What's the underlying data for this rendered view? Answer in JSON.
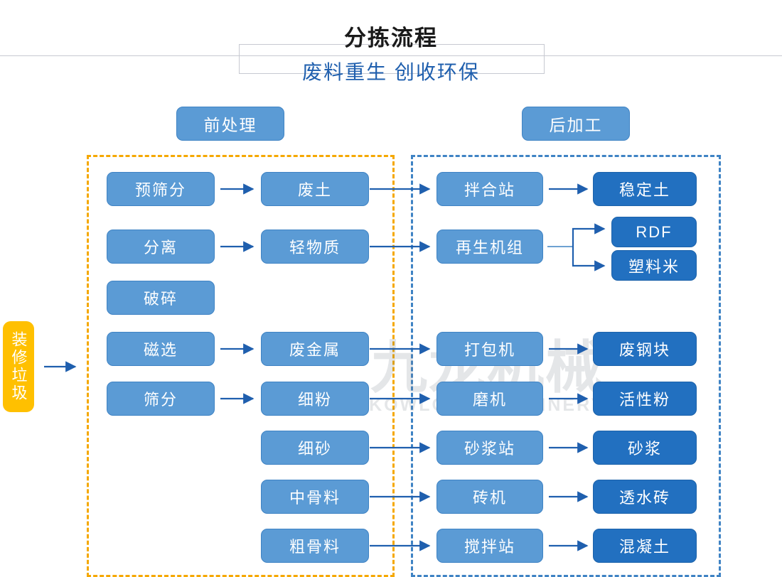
{
  "header": {
    "title": "分拣流程",
    "subtitle": "废料重生 创收环保"
  },
  "sections": {
    "pre_label": "前处理",
    "post_label": "后加工",
    "pre_frame_color": "#f5a800",
    "post_frame_color": "#3f83c4"
  },
  "watermark": {
    "cn": "九龙机械",
    "en": "KOWLOONMACHINERY"
  },
  "colors": {
    "node_light": "#5b9bd5",
    "node_dark": "#2270c0",
    "source": "#ffc000",
    "arrow": "#1f5fae",
    "title": "#1a1a1a",
    "subtitle": "#1f5fae"
  },
  "source_node": {
    "label": "装修垃圾"
  },
  "chart_data": {
    "type": "diagram",
    "title": "分拣流程",
    "subtitle": "废料重生 创收环保",
    "groups": [
      {
        "name": "前处理",
        "columns": [
          "process",
          "material"
        ]
      },
      {
        "name": "后加工",
        "columns": [
          "equipment",
          "product"
        ]
      }
    ],
    "columns": {
      "process": [
        "预筛分",
        "分离",
        "破碎",
        "磁选",
        "筛分"
      ],
      "material": [
        "废土",
        "轻物质",
        "废金属",
        "细粉",
        "细砂",
        "中骨料",
        "粗骨料"
      ],
      "equipment": [
        "拌合站",
        "再生机组",
        "打包机",
        "磨机",
        "砂浆站",
        "砖机",
        "搅拌站"
      ],
      "product": [
        "稳定土",
        "RDF",
        "塑料米",
        "废钢块",
        "活性粉",
        "砂浆",
        "透水砖",
        "混凝土"
      ]
    },
    "edges": [
      {
        "from": "装修垃圾",
        "to": "预筛分"
      },
      {
        "from": "预筛分",
        "to": "废土"
      },
      {
        "from": "分离",
        "to": "轻物质"
      },
      {
        "from": "磁选",
        "to": "废金属"
      },
      {
        "from": "筛分",
        "to": "细粉"
      },
      {
        "from": "废土",
        "to": "拌合站"
      },
      {
        "from": "轻物质",
        "to": "再生机组"
      },
      {
        "from": "废金属",
        "to": "打包机"
      },
      {
        "from": "细粉",
        "to": "磨机"
      },
      {
        "from": "细砂",
        "to": "砂浆站"
      },
      {
        "from": "中骨料",
        "to": "砖机"
      },
      {
        "from": "粗骨料",
        "to": "搅拌站"
      },
      {
        "from": "拌合站",
        "to": "稳定土"
      },
      {
        "from": "再生机组",
        "to": "RDF"
      },
      {
        "from": "再生机组",
        "to": "塑料米"
      },
      {
        "from": "打包机",
        "to": "废钢块"
      },
      {
        "from": "磨机",
        "to": "活性粉"
      },
      {
        "from": "砂浆站",
        "to": "砂浆"
      },
      {
        "from": "砖机",
        "to": "透水砖"
      },
      {
        "from": "搅拌站",
        "to": "混凝土"
      }
    ]
  },
  "nodes": {
    "c1": {
      "r1": "预筛分",
      "r2": "分离",
      "r3": "破碎",
      "r4": "磁选",
      "r5": "筛分"
    },
    "c2": {
      "r1": "废土",
      "r2": "轻物质",
      "r4": "废金属",
      "r5": "细粉",
      "r6": "细砂",
      "r7": "中骨料",
      "r8": "粗骨料"
    },
    "c3": {
      "r1": "拌合站",
      "r2": "再生机组",
      "r4": "打包机",
      "r5": "磨机",
      "r6": "砂浆站",
      "r7": "砖机",
      "r8": "搅拌站"
    },
    "c4": {
      "r1": "稳定土",
      "r2a": "RDF",
      "r2b": "塑料米",
      "r4": "废钢块",
      "r5": "活性粉",
      "r6": "砂浆",
      "r7": "透水砖",
      "r8": "混凝土"
    }
  }
}
